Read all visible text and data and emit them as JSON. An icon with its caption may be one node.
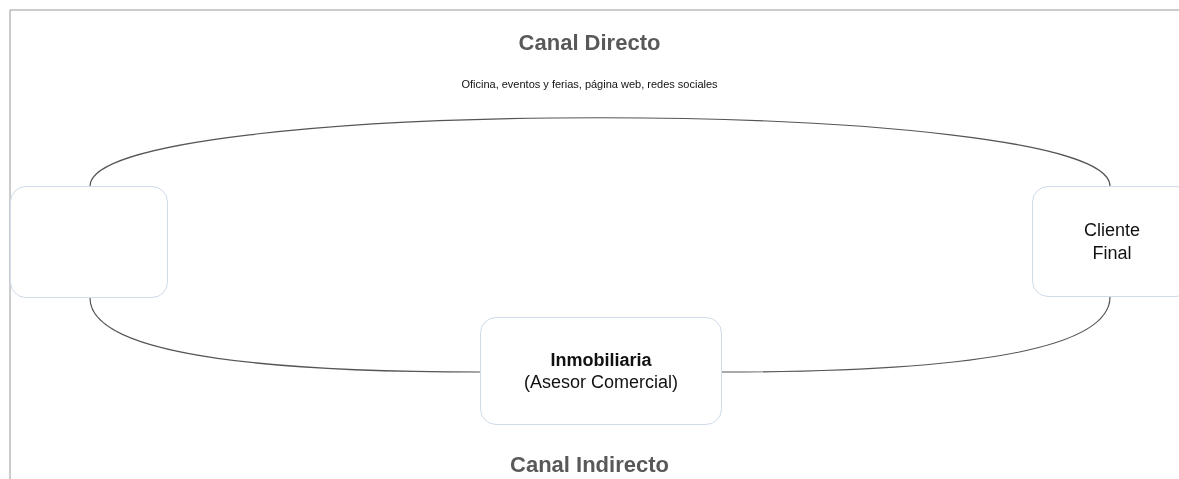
{
  "diagram": {
    "nodes": [
      {
        "text": [],
        "shape": "box"
      },
      {
        "text": [
          "Cliente Final"
        ]
      },
      {
        "text": [
          "Inmobiliaria",
          "(Asesor Comercial)"
        ]
      }
    ],
    "edges": [
      {
        "from": 0,
        "to": 1,
        "arrow": "none"
      },
      {
        "from": 0,
        "to": 2,
        "arrow": "none"
      },
      {
        "from": 2,
        "to": 1,
        "arrow": "none"
      }
    ],
    "labels": [
      "Canal Directo",
      "Oficina, eventos y ferias, página web, redes sociales",
      "Canal Indirecto"
    ]
  }
}
